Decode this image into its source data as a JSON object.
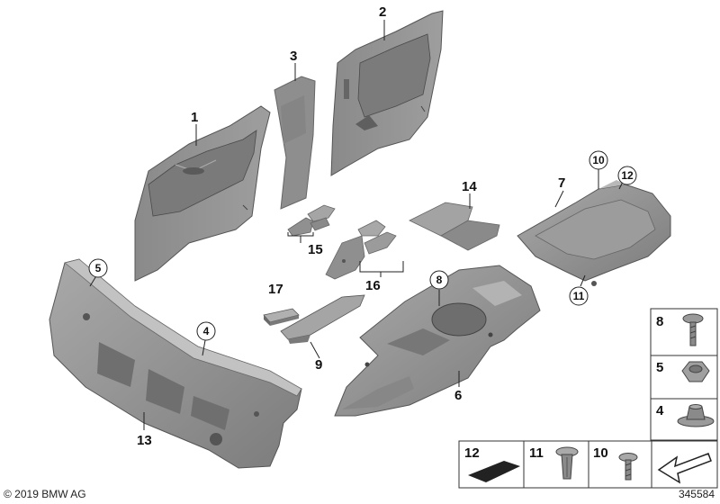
{
  "callouts": {
    "c1": "1",
    "c2": "2",
    "c3": "3",
    "c4": "4",
    "c5": "5",
    "c6": "6",
    "c7": "7",
    "c8": "8",
    "c9": "9",
    "c10": "10",
    "c11": "11",
    "c12": "12",
    "c13": "13",
    "c14": "14",
    "c15": "15",
    "c16": "16",
    "c17": "17"
  },
  "legend": {
    "r8": "8",
    "r5": "5",
    "r4": "4",
    "b12": "12",
    "b11": "11",
    "b10": "10"
  },
  "footer": {
    "copyright": "© 2019 BMW AG",
    "diagram_id": "345584"
  },
  "colors": {
    "part_fill": "#8f8f8f",
    "part_dark": "#6c6c6c",
    "part_light": "#b8b8b8",
    "line": "#222222"
  }
}
